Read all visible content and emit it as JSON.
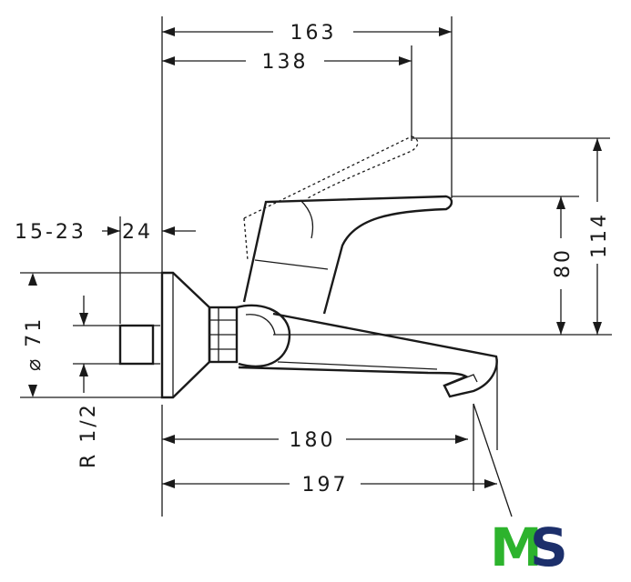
{
  "dimensions": {
    "width_total_top": "163",
    "width_handle_top": "138",
    "wall_gap": "15-23",
    "wall_depth": "24",
    "diameter_rosette": "⌀ 71",
    "thread": "R 1/2",
    "height_handle_tip": "80",
    "height_handle_raised": "114",
    "spout_reach": "180",
    "spout_reach_total": "197"
  },
  "logo": {
    "letter_1": "M",
    "letter_2": "S",
    "color_1": "#2db32d",
    "color_2": "#1c2f6b"
  },
  "colors": {
    "line": "#1a1a1a",
    "background": "#ffffff"
  }
}
